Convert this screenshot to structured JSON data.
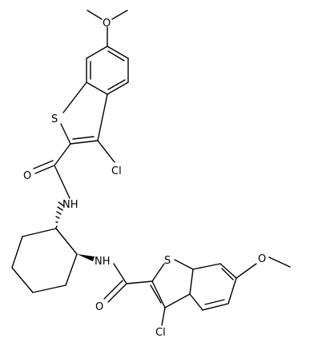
{
  "molecule": {
    "atoms": {
      "methoxy_top": "O",
      "sulfur_top": "S",
      "chlorine_top": "Cl",
      "carbonyl_oxygen_top": "O",
      "amide_nitrogen_top": "NH",
      "amide_nitrogen_bottom": "NH",
      "sulfur_bottom": "S",
      "methoxy_bottom": "O",
      "carbonyl_oxygen_bottom": "O",
      "chlorine_bottom": "Cl"
    }
  }
}
